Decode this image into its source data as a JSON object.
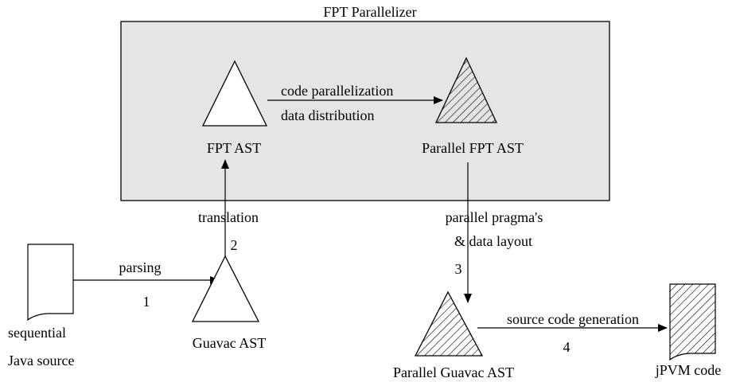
{
  "diagram": {
    "container_title": "FPT Parallelizer",
    "nodes": {
      "fpt_ast": "FPT AST",
      "parallel_fpt_ast": "Parallel FPT AST",
      "guavac_ast": "Guavac AST",
      "parallel_guavac_ast": "Parallel Guavac AST",
      "java_source_line1": "sequential",
      "java_source_line2": "Java source",
      "jpvm_code": "jPVM code"
    },
    "edges": {
      "parallelize_line1": "code parallelization",
      "parallelize_line2": "data distribution",
      "translation": "translation",
      "translation_step": "2",
      "parsing": "parsing",
      "parsing_step": "1",
      "pragmas_line1": "parallel pragma's",
      "pragmas_line2": "& data layout",
      "pragmas_step": "3",
      "generation": "source code generation",
      "generation_step": "4"
    },
    "colors": {
      "container_fill": "#e5e5e5",
      "stroke": "#000000",
      "background": "#ffffff"
    }
  }
}
